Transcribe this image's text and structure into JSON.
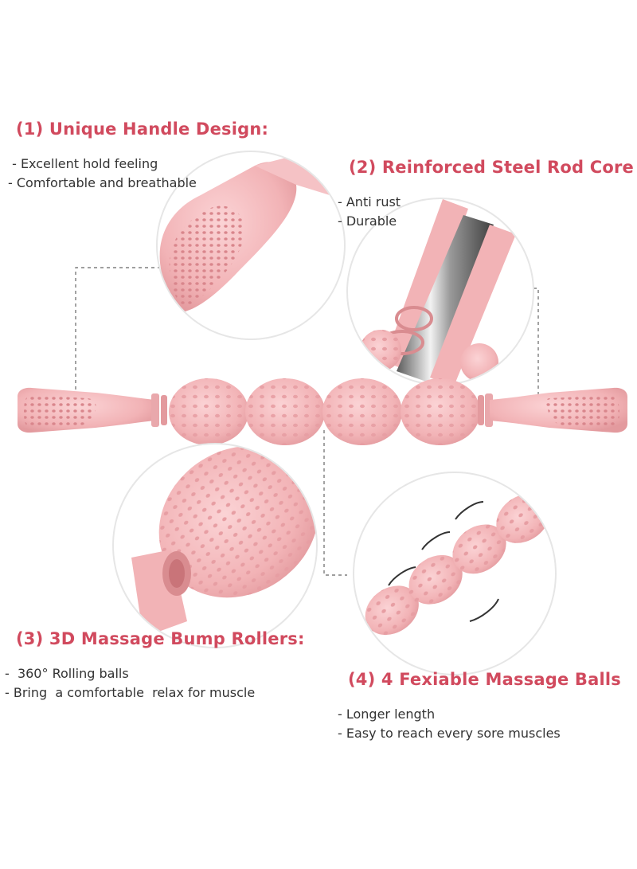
{
  "colors": {
    "accent": "#d14a5e",
    "product_pink": "#f2b3b6",
    "product_dark": "#d98c90",
    "text": "#333333"
  },
  "sections": [
    {
      "heading": "(1)  Unique Handle Design:",
      "bullets": [
        " - Excellent hold feeling",
        "- Comfortable and breathable"
      ]
    },
    {
      "heading": "(2)  Reinforced Steel Rod Core",
      "bullets": [
        "- Anti rust",
        "- Durable"
      ]
    },
    {
      "heading": "(3)  3D Massage Bump Rollers:",
      "bullets": [
        "-  360° Rolling balls",
        "- Bring  a comfortable  relax for muscle"
      ]
    },
    {
      "heading": "(4)  4 Fexiable Massage Balls",
      "bullets": [
        "- Longer length",
        "- Easy to reach every sore muscles"
      ]
    }
  ]
}
